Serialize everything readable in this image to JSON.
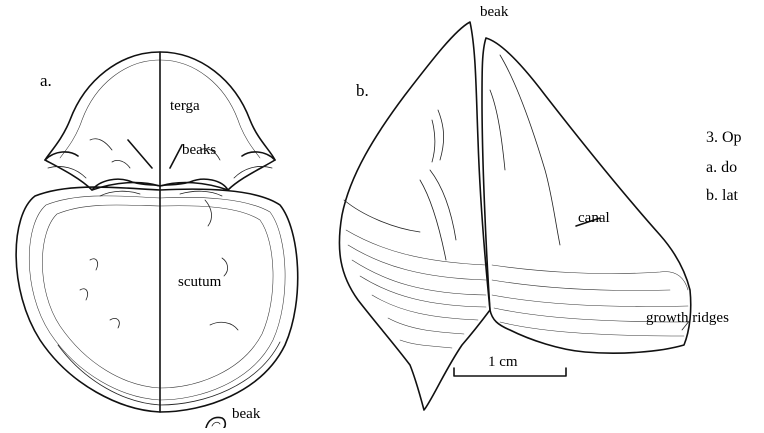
{
  "figure": {
    "panel_a": {
      "letter": "a.",
      "labels": {
        "terga": "terga",
        "beaks": "beaks",
        "scutum": "scutum",
        "beak_bottom": "beak"
      }
    },
    "panel_b": {
      "letter": "b.",
      "labels": {
        "beak": "beak",
        "canal": "canal",
        "growth_ridges": "growth ridges"
      },
      "scale_bar": "1 cm"
    },
    "caption": {
      "line1": "3. Op",
      "line2": "a. do",
      "line3": "b. lat"
    }
  }
}
